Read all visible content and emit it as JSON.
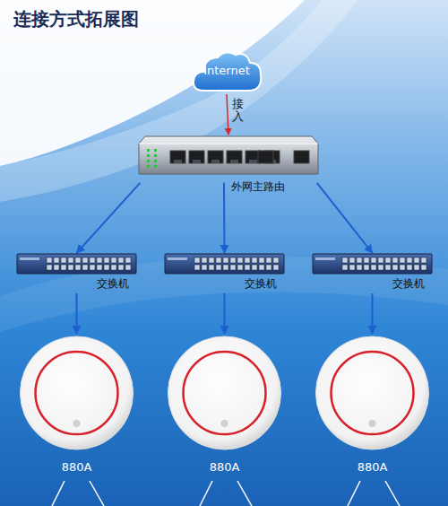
{
  "diagram": {
    "title": "连接方式拓展图",
    "nodes": [
      {
        "text": [
          "Internet"
        ]
      },
      {
        "text": [
          "外网主路由"
        ]
      },
      {
        "text": [
          "交换机"
        ]
      },
      {
        "text": [
          "交换机"
        ]
      },
      {
        "text": [
          "交换机"
        ]
      },
      {
        "text": [
          "880A"
        ]
      },
      {
        "text": [
          "880A"
        ]
      },
      {
        "text": [
          "880A"
        ]
      }
    ],
    "edges": [
      {
        "from": 0,
        "to": 1,
        "arrow": "to",
        "label": "接入"
      },
      {
        "from": 1,
        "to": 2,
        "arrow": "to"
      },
      {
        "from": 1,
        "to": 3,
        "arrow": "to"
      },
      {
        "from": 1,
        "to": 4,
        "arrow": "to"
      },
      {
        "from": 2,
        "to": 5,
        "arrow": "to"
      },
      {
        "from": 3,
        "to": 6,
        "arrow": "to"
      },
      {
        "from": 4,
        "to": 7,
        "arrow": "to"
      }
    ]
  }
}
